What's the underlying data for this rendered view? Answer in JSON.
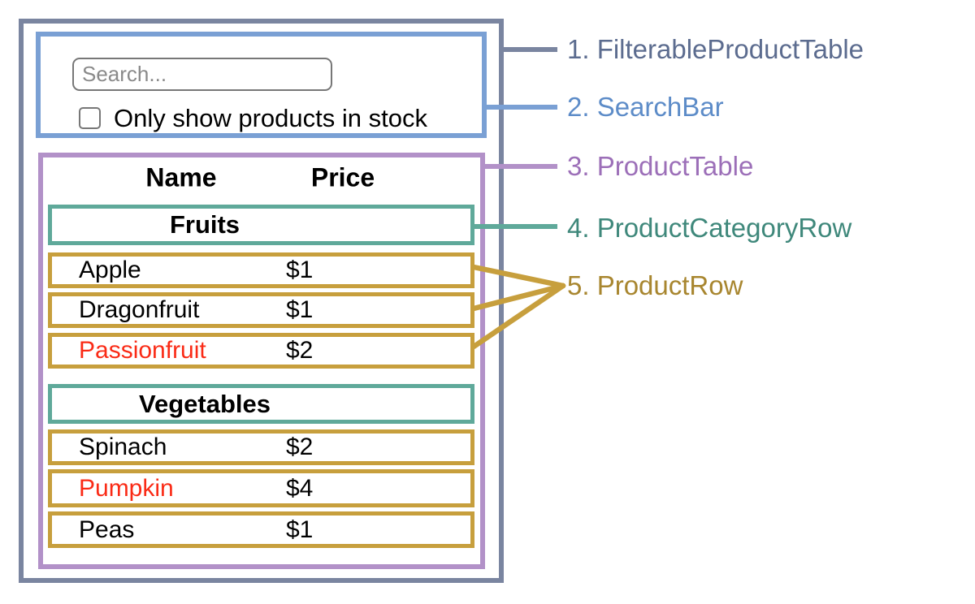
{
  "search_bar": {
    "input_placeholder": "Search...",
    "checkbox_label": "Only show products in stock"
  },
  "product_table": {
    "columns": {
      "name": "Name",
      "price": "Price"
    },
    "sections": [
      {
        "category": "Fruits",
        "rows": [
          {
            "name": "Apple",
            "price": "$1",
            "out_of_stock": false
          },
          {
            "name": "Dragonfruit",
            "price": "$1",
            "out_of_stock": false
          },
          {
            "name": "Passionfruit",
            "price": "$2",
            "out_of_stock": true
          }
        ]
      },
      {
        "category": "Vegetables",
        "rows": [
          {
            "name": "Spinach",
            "price": "$2",
            "out_of_stock": false
          },
          {
            "name": "Pumpkin",
            "price": "$4",
            "out_of_stock": true
          },
          {
            "name": "Peas",
            "price": "$1",
            "out_of_stock": false
          }
        ]
      }
    ]
  },
  "legend": [
    {
      "label": "1. FilterableProductTable",
      "color": "#5c6c8f"
    },
    {
      "label": "2. SearchBar",
      "color": "#5d8cc8"
    },
    {
      "label": "3. ProductTable",
      "color": "#9c6fb8"
    },
    {
      "label": "4. ProductCategoryRow",
      "color": "#3f887b"
    },
    {
      "label": "5. ProductRow",
      "color": "#a8862f"
    }
  ],
  "colors": {
    "outer_border": "#7a85a0",
    "search_border": "#7aa0d4",
    "table_border": "#b291c8",
    "category_border": "#5fa99a",
    "row_border": "#c79f3d",
    "out_of_stock": "#fa2b16"
  }
}
